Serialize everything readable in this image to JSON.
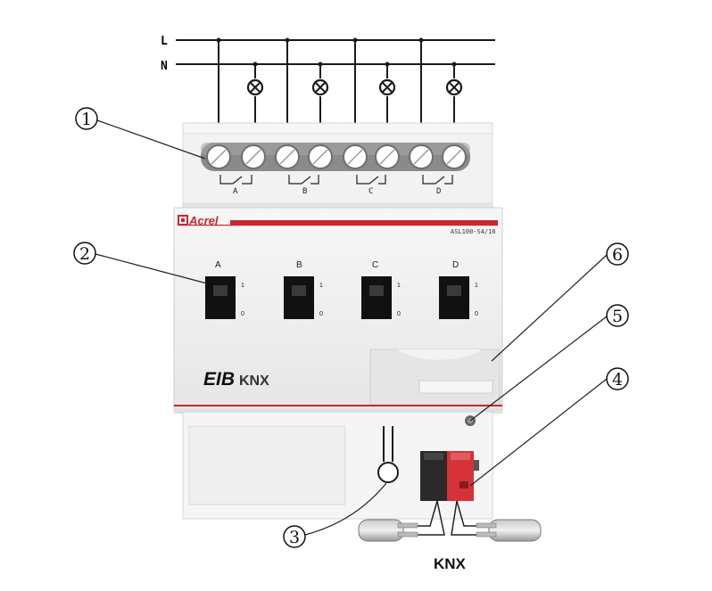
{
  "supply": {
    "line_label": "L",
    "neutral_label": "N"
  },
  "terminal_groups": [
    "A",
    "B",
    "C",
    "D"
  ],
  "device": {
    "brand": "Acrel",
    "model": "ASL100-S4/16",
    "switches": [
      {
        "label": "A",
        "on": "1",
        "off": "0"
      },
      {
        "label": "B",
        "on": "1",
        "off": "0"
      },
      {
        "label": "C",
        "on": "1",
        "off": "0"
      },
      {
        "label": "D",
        "on": "1",
        "off": "0"
      }
    ],
    "eib_logo": "EIB",
    "knx_logo": "KNX"
  },
  "bus_label": "KNX",
  "callouts": [
    "1",
    "2",
    "3",
    "4",
    "5",
    "6"
  ],
  "colors": {
    "brand_red": "#c8282d",
    "body": "#f1f1f1",
    "wire": "#1a1a1a",
    "knx_red": "#d6323a"
  }
}
